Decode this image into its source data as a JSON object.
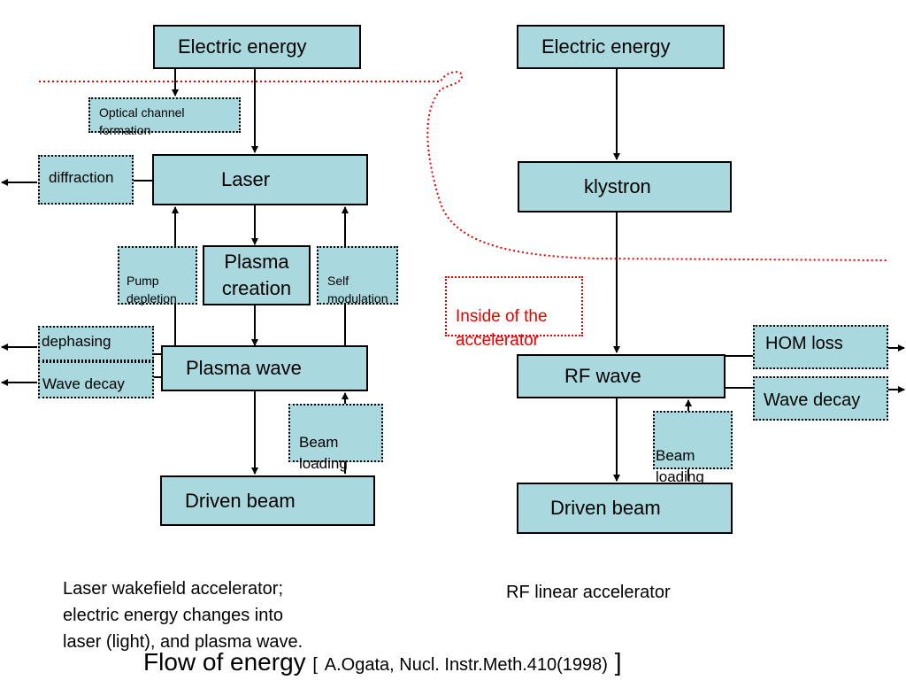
{
  "laser_side": {
    "electric_energy": "Electric energy",
    "optical_channel": "Optical channel formation",
    "diffraction": "diffraction",
    "laser": "Laser",
    "pump_depletion": "Pump\ndepletion",
    "plasma_creation": "Plasma\ncreation",
    "self_modulation": "Self\nmodulation",
    "dephasing": "dephasing",
    "wave_decay": "Wave decay",
    "plasma_wave": "Plasma wave",
    "beam_loading": "Beam\nloading",
    "driven_beam": "Driven  beam",
    "caption": "Laser wakefield accelerator;\nelectric energy changes into\nlaser (light), and plasma wave."
  },
  "rf_side": {
    "electric_energy": "Electric energy",
    "klystron": "klystron",
    "inside_accelerator": "Inside of the\naccelerator",
    "hom_loss": "HOM loss",
    "rf_wave": "RF wave",
    "wave_decay": "Wave decay",
    "beam_loading": "Beam\nloading",
    "driven_beam": "Driven beam",
    "caption": "RF linear accelerator"
  },
  "footer": {
    "title": "Flow of energy",
    "bracket_open": "[",
    "reference": "A.Ogata, Nucl. Instr.Meth.410(1998)",
    "bracket_close": "]"
  },
  "colors": {
    "box_fill": "#a9d8de",
    "boundary_red": "#e60000"
  }
}
